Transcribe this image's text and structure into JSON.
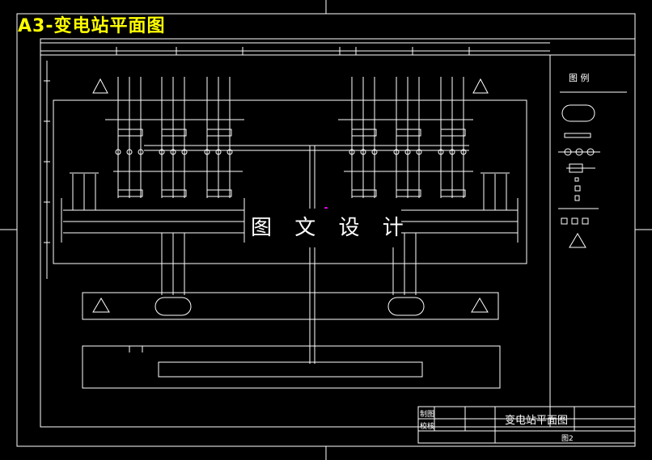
{
  "title": "A3-变电站平面图",
  "watermark": "图 文 设 计",
  "legend": {
    "heading": "图 例"
  },
  "title_block": {
    "drawn_label": "制图",
    "check_label": "校核",
    "drawing_name": "变电站平面图",
    "sheet": "图2"
  },
  "colors": {
    "background": "#000000",
    "lines": "#ffffff",
    "title": "#ffff00",
    "marker": "#ff00ff"
  }
}
